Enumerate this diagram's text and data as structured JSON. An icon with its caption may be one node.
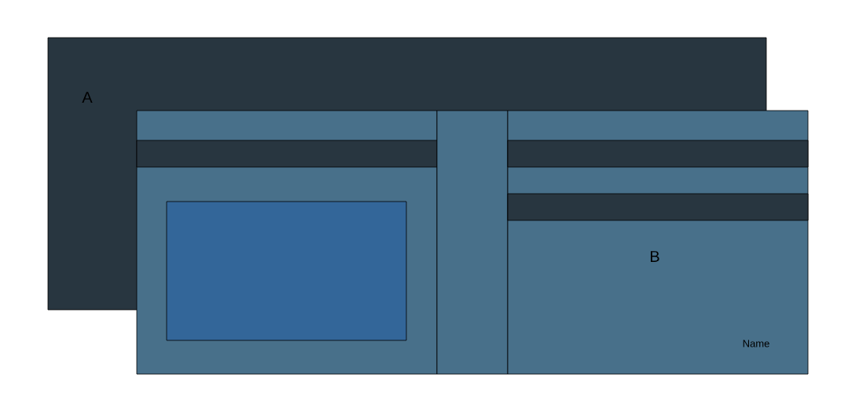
{
  "diagram": {
    "nodes": [
      {
        "text": [
          "A"
        ]
      },
      {
        "text": [],
        "shape": "box"
      },
      {
        "text": [],
        "shape": "bar"
      },
      {
        "text": [],
        "shape": "box",
        "in": 1
      },
      {
        "text": [],
        "shape": "box"
      },
      {
        "text": [
          "B",
          "Name"
        ]
      },
      {
        "text": [],
        "shape": "bar",
        "in": 5
      },
      {
        "text": [],
        "shape": "bar",
        "in": 5
      }
    ]
  }
}
